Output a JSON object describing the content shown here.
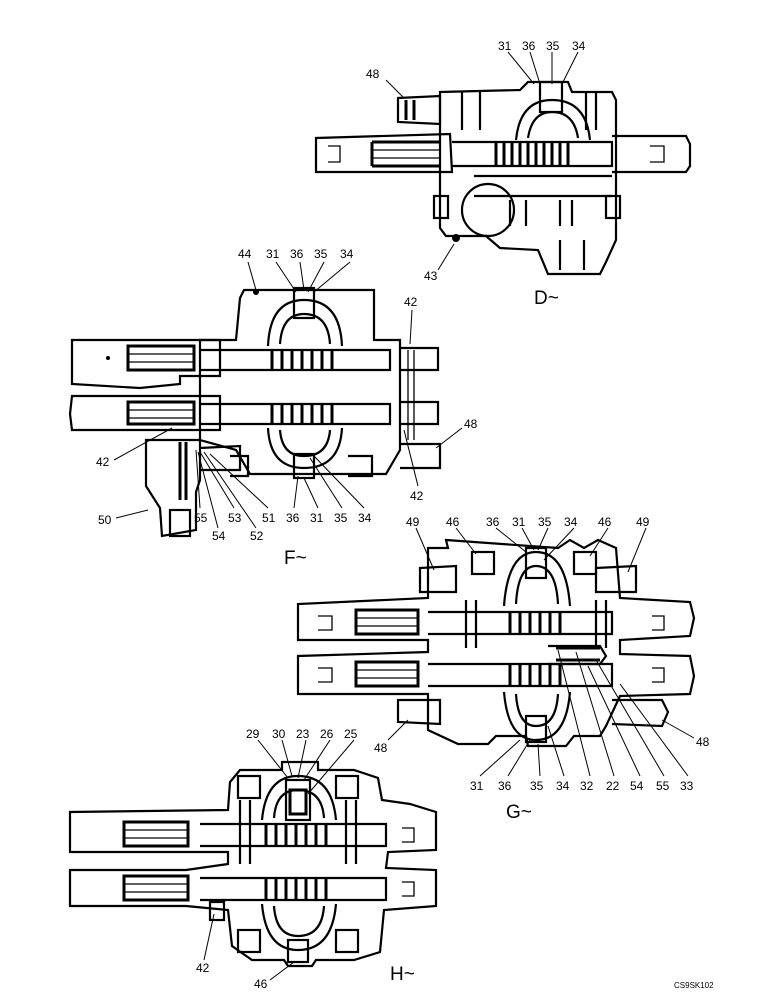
{
  "figure_ref": "CS9SK102",
  "views": [
    {
      "id": "D",
      "label": "D~",
      "callouts": [
        "31",
        "36",
        "35",
        "34",
        "48",
        "43"
      ]
    },
    {
      "id": "F",
      "label": "F~",
      "callouts": [
        "44",
        "31",
        "36",
        "35",
        "34",
        "42",
        "42",
        "48",
        "42",
        "50",
        "55",
        "54",
        "53",
        "52",
        "51",
        "36",
        "31",
        "35",
        "34"
      ]
    },
    {
      "id": "G",
      "label": "G~",
      "callouts": [
        "49",
        "46",
        "36",
        "31",
        "35",
        "34",
        "46",
        "49",
        "48",
        "31",
        "36",
        "35",
        "34",
        "32",
        "22",
        "54",
        "55",
        "33",
        "48"
      ]
    },
    {
      "id": "H",
      "label": "H~",
      "callouts": [
        "29",
        "30",
        "23",
        "26",
        "25",
        "42",
        "46"
      ]
    }
  ]
}
